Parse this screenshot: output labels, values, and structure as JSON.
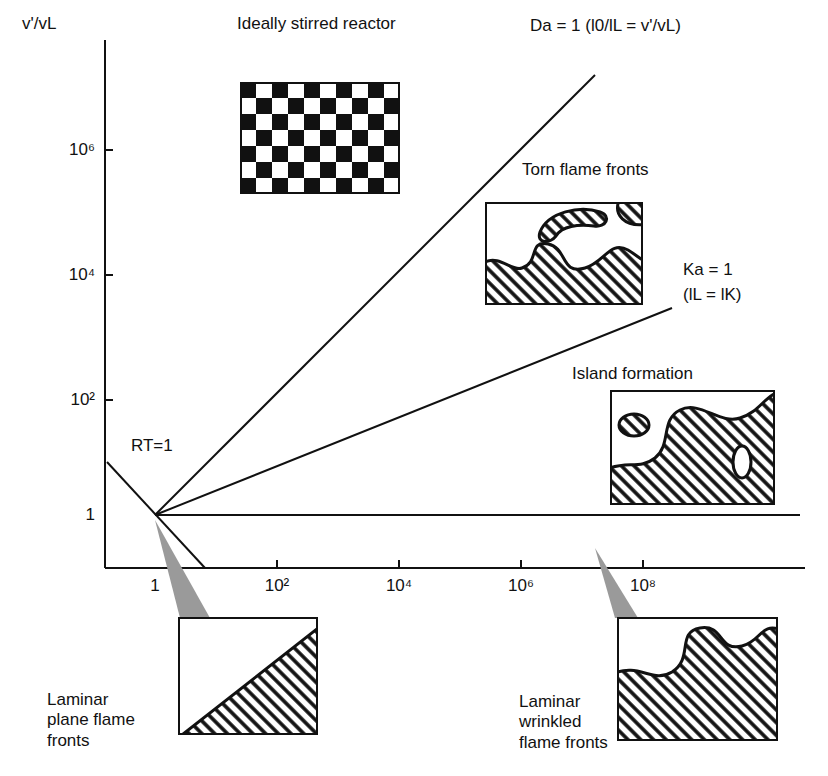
{
  "diagram": {
    "nodes": [
      {
        "text": [
          "Ideally stirred reactor"
        ]
      },
      {
        "text": [
          "Torn flame fronts"
        ]
      },
      {
        "text": [
          "Island formation"
        ]
      },
      {
        "text": [
          "Laminar plane flame fronts"
        ]
      },
      {
        "text": [
          "Laminar wrinkled flame fronts"
        ]
      }
    ],
    "labels": [
      "v'/vL",
      "Da = 1 (l0/lL = v'/vL)",
      "10⁶",
      "10⁴",
      "Ka = 1",
      "(lL = lK)",
      "10²",
      "RT=1",
      "1",
      "1",
      "10²",
      "10⁴",
      "10⁶",
      "10⁸"
    ]
  }
}
